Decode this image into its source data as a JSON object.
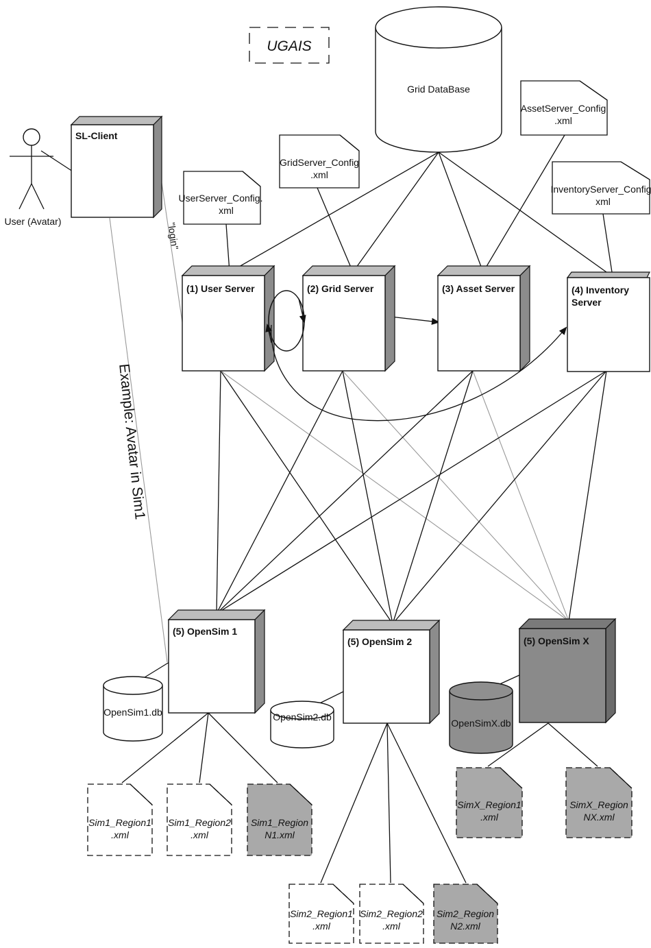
{
  "title": "UGAIS",
  "actor": {
    "label": "User (Avatar)"
  },
  "client": {
    "label": "SL-Client"
  },
  "login_label": "\"login\"",
  "example_label": "Example: Avatar in Sim1",
  "grid_db": {
    "label": "Grid DataBase"
  },
  "configs": {
    "user": [
      "UserServer_Config.",
      "xml"
    ],
    "grid": [
      "GridServer_Config",
      ".xml"
    ],
    "asset": [
      "AssetServer_Config",
      ".xml"
    ],
    "inventory": [
      "InventoryServer_Config",
      "xml"
    ]
  },
  "servers": {
    "user": "(1) User Server",
    "grid": "(2) Grid Server",
    "asset": "(3) Asset Server",
    "inventory": [
      "(4) Inventory",
      "Server"
    ]
  },
  "sims": {
    "sim1": "(5) OpenSim 1",
    "sim2": "(5) OpenSim 2",
    "simx": "(5) OpenSim X"
  },
  "dbs": {
    "sim1": "OpenSim1.db",
    "sim2": "OpenSim2.db",
    "simx": "OpenSimX.db"
  },
  "regions": {
    "sim1": [
      [
        "Sim1_Region1",
        ".xml"
      ],
      [
        "Sim1_Region2",
        ".xml"
      ],
      [
        "Sim1_Region",
        "N1.xml"
      ]
    ],
    "sim2": [
      [
        "Sim2_Region1",
        ".xml"
      ],
      [
        "Sim2_Region2",
        ".xml"
      ],
      [
        "Sim2_Region",
        "N2.xml"
      ]
    ],
    "simx": [
      [
        "SimX_Region1",
        ".xml"
      ],
      [
        "SimX_Region",
        "NX.xml"
      ]
    ]
  }
}
